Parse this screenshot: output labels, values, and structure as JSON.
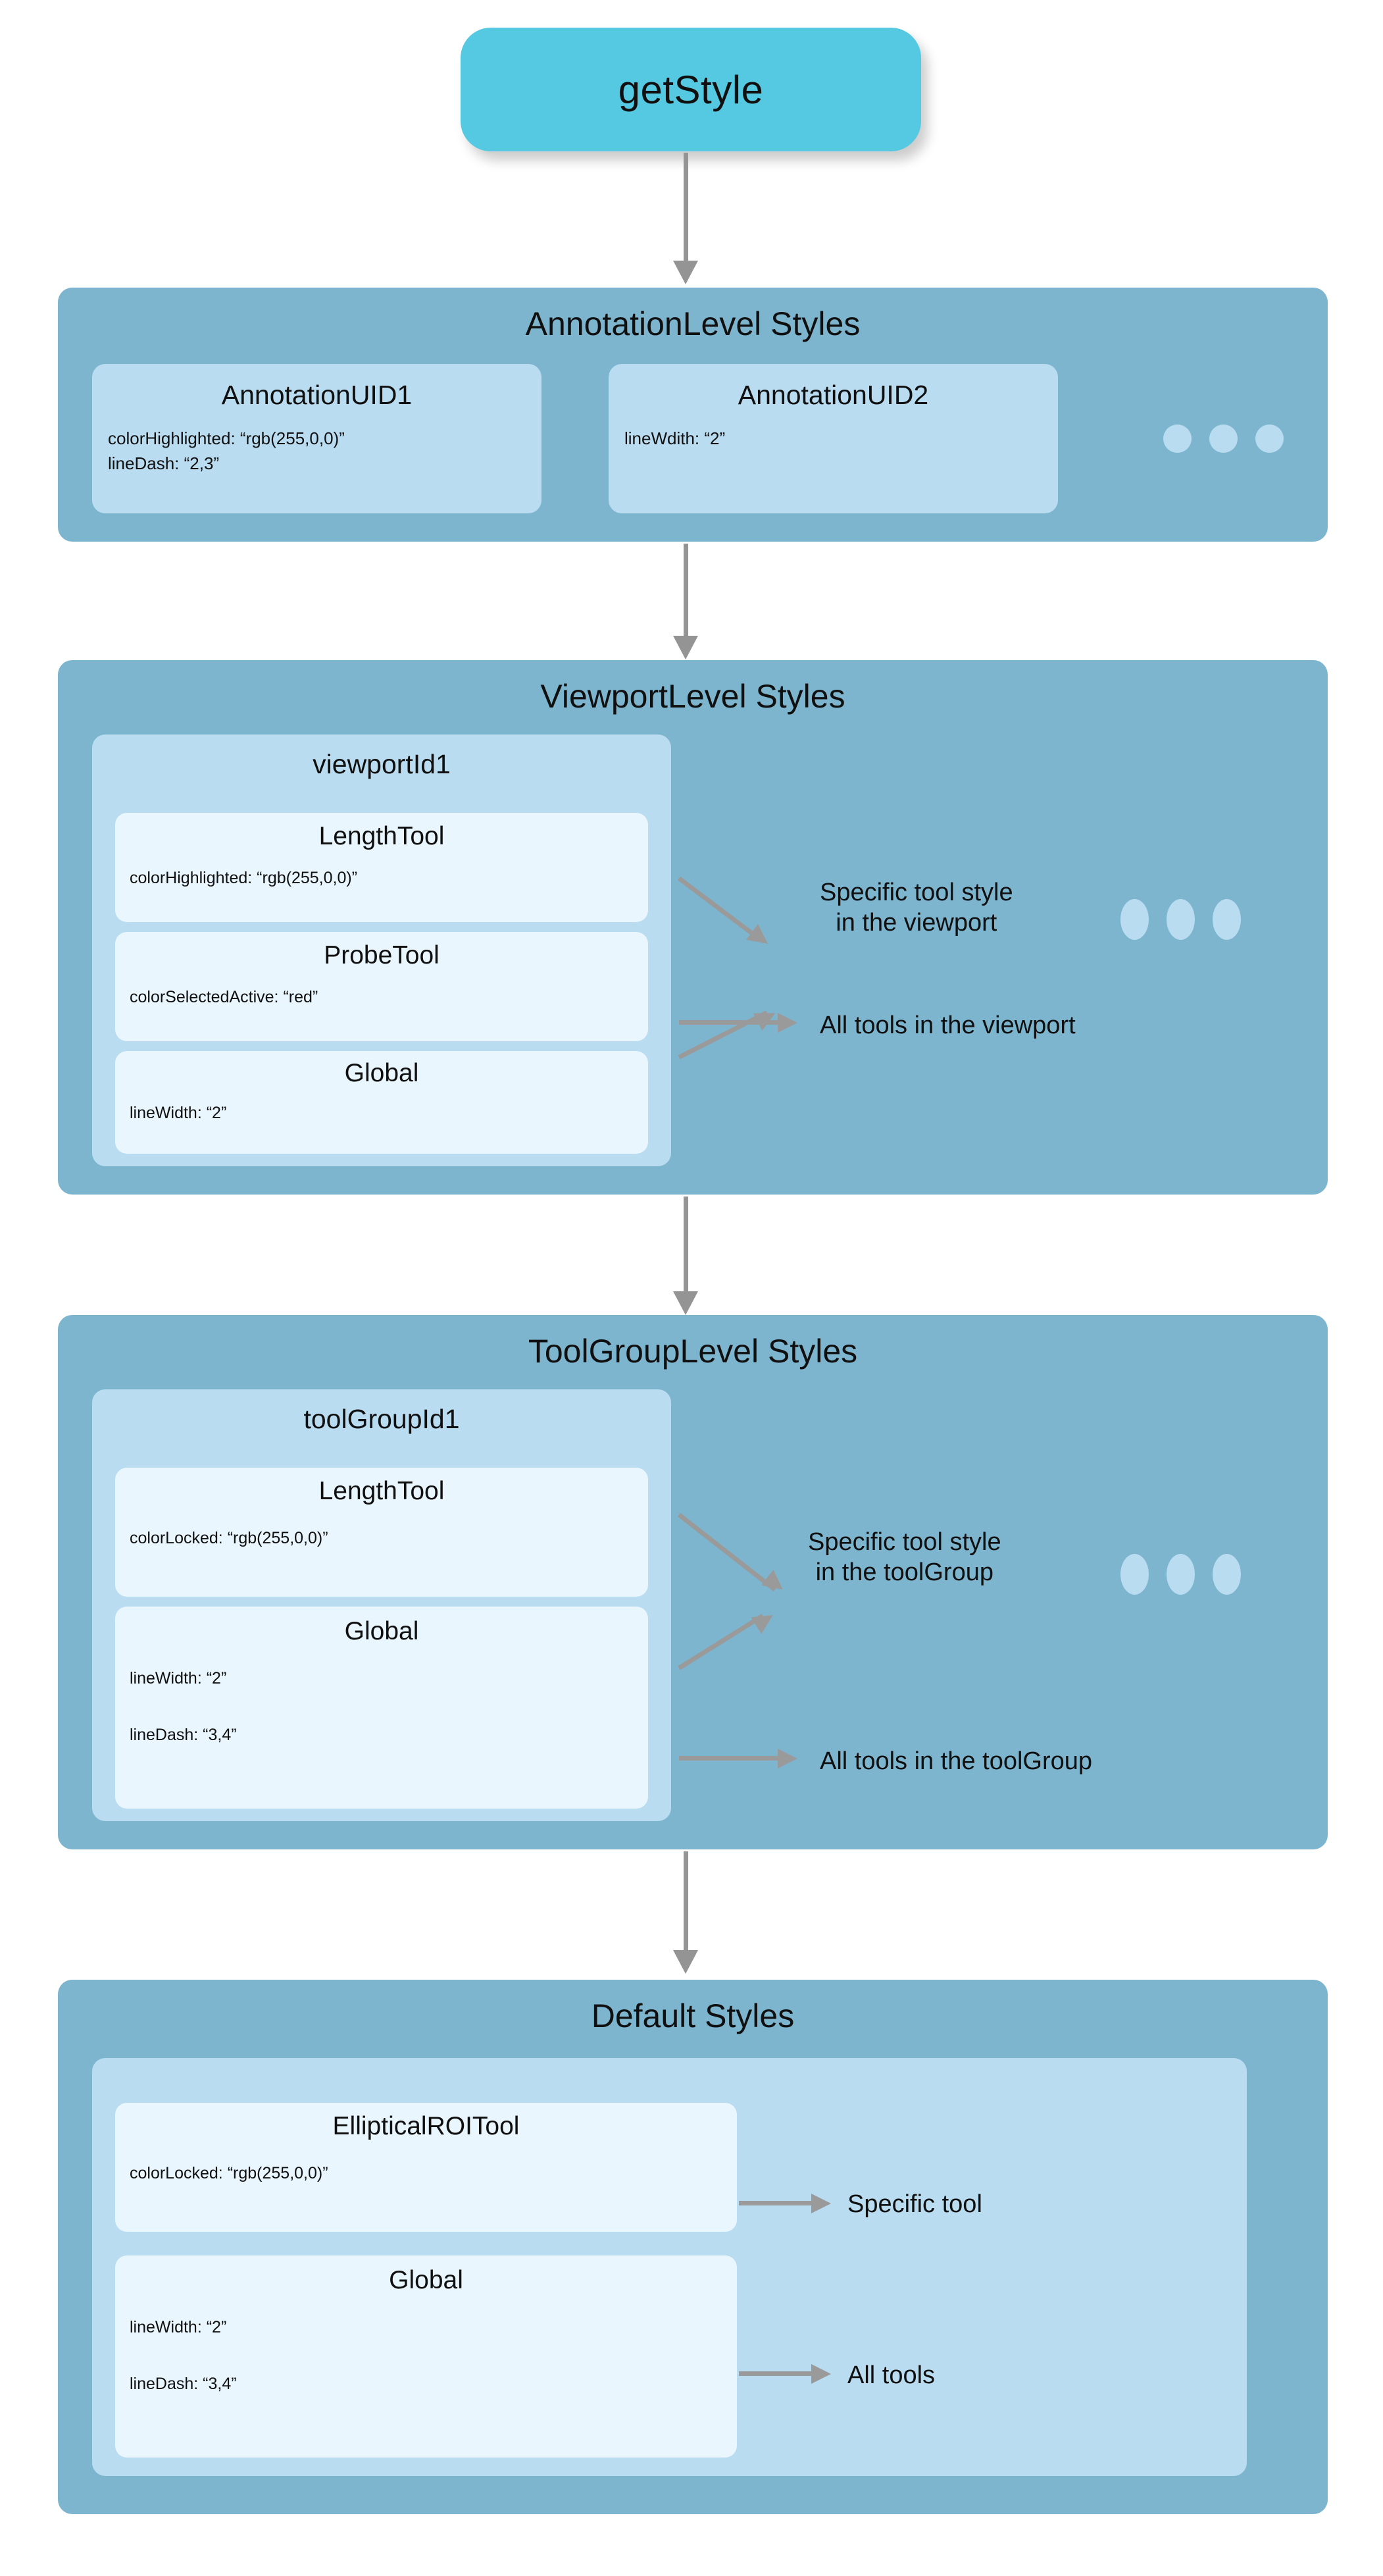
{
  "root": {
    "label": "getStyle",
    "color": "#55c9e2"
  },
  "palette": {
    "panel": "#7db5cf",
    "group_card": "#b9dcf0",
    "tool_card": "#e9f6fd",
    "arrow": "#949494",
    "text": "#101010",
    "page_background": "#ffffff"
  },
  "levels": [
    {
      "title": "AnnotationLevel Styles",
      "annotations": [
        {
          "name": "AnnotationUID1",
          "props": [
            "colorHighlighted: “rgb(255,0,0)”",
            "lineDash: “2,3”"
          ]
        },
        {
          "name": "AnnotationUID2",
          "props": [
            "lineWdith: “2”"
          ]
        }
      ],
      "ellipsis": "•••"
    },
    {
      "title": "ViewportLevel Styles",
      "group_label": "viewportId1",
      "tools": [
        {
          "name": "LengthTool",
          "props": [
            "colorHighlighted: “rgb(255,0,0)”"
          ]
        },
        {
          "name": "ProbeTool",
          "props": [
            "colorSelectedActive: “red”"
          ]
        },
        {
          "name": "Global",
          "props": [
            "lineWidth: “2”"
          ]
        }
      ],
      "notes": [
        "Specific tool style\nin the viewport",
        "All tools in the viewport"
      ],
      "ellipsis": "•••"
    },
    {
      "title": "ToolGroupLevel Styles",
      "group_label": "toolGroupId1",
      "tools": [
        {
          "name": "LengthTool",
          "props": [
            "colorLocked: “rgb(255,0,0)”"
          ]
        },
        {
          "name": "Global",
          "props": [
            "lineWidth: “2”",
            "lineDash: “3,4”"
          ]
        }
      ],
      "notes": [
        "Specific tool style\nin the toolGroup",
        "All tools in the toolGroup"
      ],
      "ellipsis": "•••"
    },
    {
      "title": "Default Styles",
      "group_label": "",
      "tools": [
        {
          "name": "EllipticalROITool",
          "props": [
            "colorLocked: “rgb(255,0,0)”"
          ]
        },
        {
          "name": "Global",
          "props": [
            "lineWidth: “2”",
            "lineDash: “3,4”"
          ]
        }
      ],
      "notes": [
        "Specific tool",
        "All tools"
      ]
    }
  ]
}
